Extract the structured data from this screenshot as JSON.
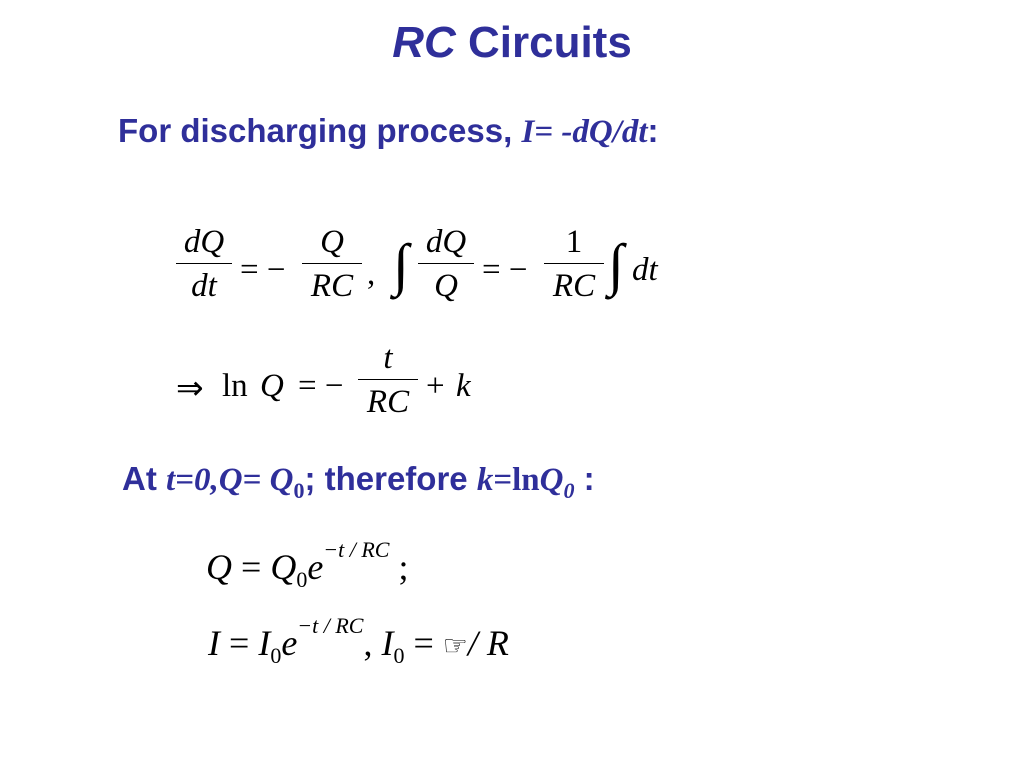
{
  "slide": {
    "title_italic": "RC",
    "title_rest": " Circuits",
    "intro_text": "For discharging process, ",
    "intro_formula": "I= -dQ/dt",
    "intro_colon": ":",
    "at_label": "At ",
    "at_condition_1": "t=0,Q= Q",
    "at_condition_sub": "0",
    "at_therefore": "; therefore ",
    "at_k": "k",
    "at_eq_ln": "=ln",
    "at_q": "Q",
    "at_q_sub": "0",
    "at_colon": " :"
  },
  "equations": {
    "eq1": {
      "lhs_num": "dQ",
      "lhs_den": "dt",
      "eq": "= −",
      "rhs_num": "Q",
      "rhs_den": "RC",
      "comma": ",",
      "int1": "∫",
      "int_num": "dQ",
      "int_den": "Q",
      "eq2": "= −",
      "const_num": "1",
      "const_den": "RC",
      "int2": "∫",
      "dt": "dt"
    },
    "eq2": {
      "arrow": "⇒",
      "ln": "ln",
      "q": "Q",
      "eq": "= −",
      "num": "t",
      "den": "RC",
      "plus": "+",
      "k": "k"
    },
    "eq3": {
      "q": "Q",
      "eq": "=",
      "q0": "Q",
      "q0_sub": "0",
      "e": "e",
      "exp": "−t / RC",
      "semicolon": ";"
    },
    "eq4": {
      "i": "I",
      "eq": "=",
      "i0": "I",
      "i0_sub": "0",
      "e": "e",
      "exp": "−t / RC",
      "comma": ",",
      "i0b": "I",
      "i0b_sub": "0",
      "eq2": "=",
      "emf": "☞",
      "slash_r": "/ R"
    }
  }
}
